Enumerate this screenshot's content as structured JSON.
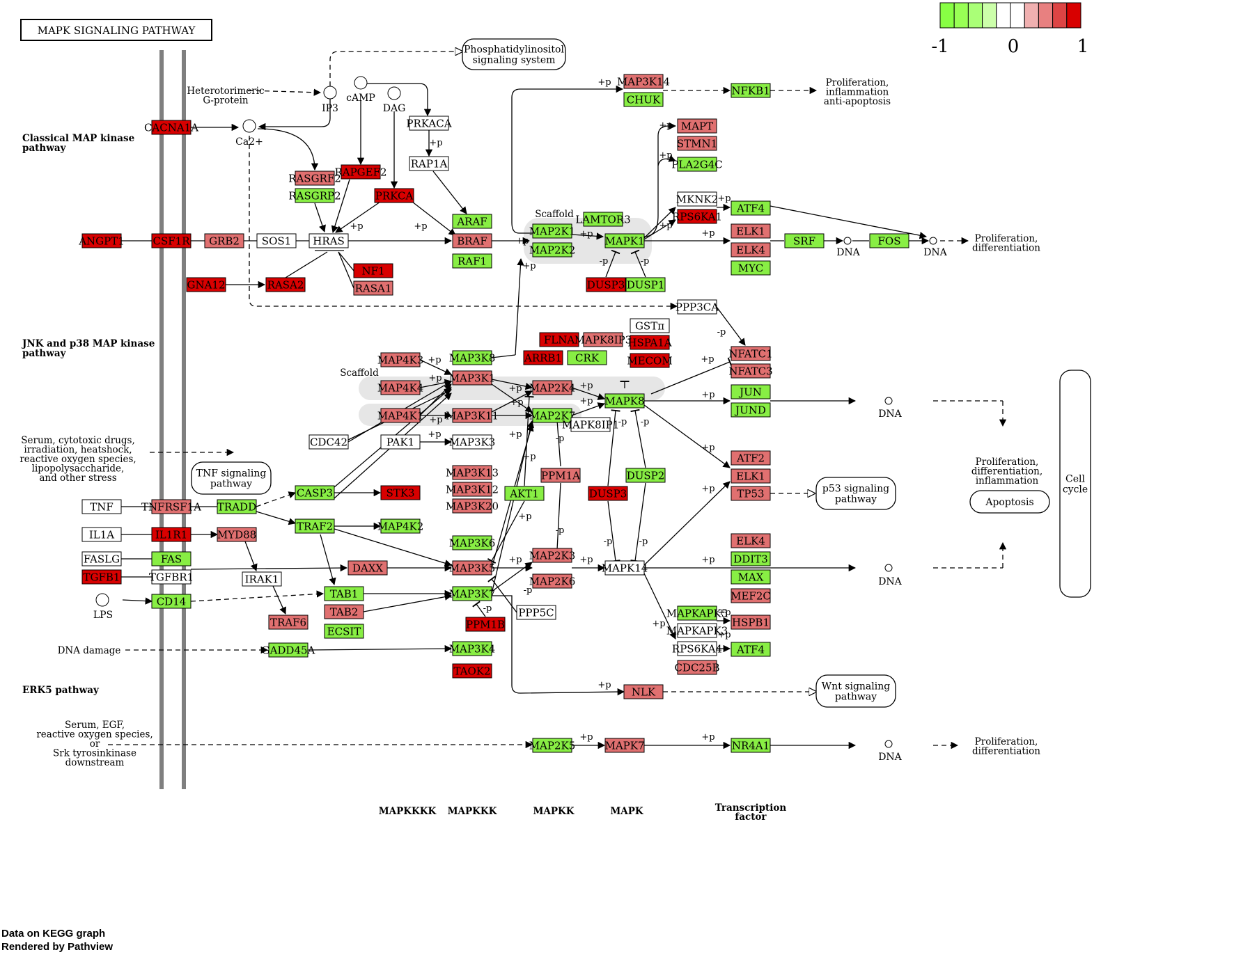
{
  "title": "MAPK SIGNALING PATHWAY",
  "colors": {
    "high": "#d80000",
    "mid_high": "#e07070",
    "low": "#88ee44",
    "none": "#ffffff",
    "scaffold": "#e6e6e6",
    "membrane": "#7f7f7f"
  },
  "legend": {
    "ticks": [
      "-1",
      "0",
      "1"
    ],
    "colors": [
      "#88ff44",
      "#99ff55",
      "#aaff77",
      "#ccffaa",
      "#ffffff",
      "#ffffff",
      "#f0b0b0",
      "#e88080",
      "#dd4444",
      "#d80000"
    ]
  },
  "section_labels": [
    {
      "id": "classical",
      "lines": [
        "Classical MAP kinase",
        "pathway"
      ]
    },
    {
      "id": "jnk",
      "lines": [
        "JNK and p38 MAP kinase",
        "pathway"
      ]
    },
    {
      "id": "erk5",
      "lines": [
        "ERK5 pathway"
      ]
    }
  ],
  "column_labels": [
    "MAPKKKK",
    "MAPKKK",
    "MAPKK",
    "MAPK",
    "Transcription factor"
  ],
  "genes": [
    {
      "id": "CACNA1A",
      "label": "CACNA1A",
      "color": "high"
    },
    {
      "id": "ANGPT1",
      "label": "ANGPT1",
      "color": "high"
    },
    {
      "id": "CSF1R",
      "label": "CSF1R",
      "color": "high"
    },
    {
      "id": "GRB2",
      "label": "GRB2",
      "color": "mid_high"
    },
    {
      "id": "SOS1",
      "label": "SOS1",
      "color": "none"
    },
    {
      "id": "HRAS",
      "label": "HRAS",
      "color": "none"
    },
    {
      "id": "GNA12",
      "label": "GNA12",
      "color": "high"
    },
    {
      "id": "RASA2",
      "label": "RASA2",
      "color": "high"
    },
    {
      "id": "NF1",
      "label": "NF1",
      "color": "high"
    },
    {
      "id": "RASA1",
      "label": "RASA1",
      "color": "mid_high"
    },
    {
      "id": "RASGRF2",
      "label": "RASGRF2",
      "color": "mid_high"
    },
    {
      "id": "RASGRP2",
      "label": "RASGRP2",
      "color": "low"
    },
    {
      "id": "RAPGEF2",
      "label": "RAPGEF2",
      "color": "high"
    },
    {
      "id": "PRKCA",
      "label": "PRKCA",
      "color": "high"
    },
    {
      "id": "PRKACA",
      "label": "PRKACA",
      "color": "none"
    },
    {
      "id": "RAP1A",
      "label": "RAP1A",
      "color": "none"
    },
    {
      "id": "ARAF",
      "label": "ARAF",
      "color": "low"
    },
    {
      "id": "BRAF",
      "label": "BRAF",
      "color": "mid_high"
    },
    {
      "id": "RAF1",
      "label": "RAF1",
      "color": "low"
    },
    {
      "id": "MAP2K1",
      "label": "MAP2K1",
      "color": "low"
    },
    {
      "id": "MAP2K2",
      "label": "MAP2K2",
      "color": "low"
    },
    {
      "id": "LAMTOR3",
      "label": "LAMTOR3",
      "color": "low"
    },
    {
      "id": "MAPK1",
      "label": "MAPK1",
      "color": "low"
    },
    {
      "id": "DUSP3a",
      "label": "DUSP3",
      "color": "high"
    },
    {
      "id": "DUSP1",
      "label": "DUSP1",
      "color": "low"
    },
    {
      "id": "MAP3K14",
      "label": "MAP3K14",
      "color": "mid_high"
    },
    {
      "id": "CHUK",
      "label": "CHUK",
      "color": "low"
    },
    {
      "id": "NFKB1",
      "label": "NFKB1",
      "color": "low"
    },
    {
      "id": "MAPT",
      "label": "MAPT",
      "color": "mid_high"
    },
    {
      "id": "STMN1",
      "label": "STMN1",
      "color": "mid_high"
    },
    {
      "id": "PLA2G4C",
      "label": "PLA2G4C",
      "color": "low"
    },
    {
      "id": "MKNK2",
      "label": "MKNK2",
      "color": "none"
    },
    {
      "id": "RPS6KA1",
      "label": "RPS6KA1",
      "color": "high"
    },
    {
      "id": "ATF4a",
      "label": "ATF4",
      "color": "low"
    },
    {
      "id": "ELK1a",
      "label": "ELK1",
      "color": "mid_high"
    },
    {
      "id": "ELK4a",
      "label": "ELK4",
      "color": "mid_high"
    },
    {
      "id": "MYC",
      "label": "MYC",
      "color": "low"
    },
    {
      "id": "SRF",
      "label": "SRF",
      "color": "low"
    },
    {
      "id": "FOS",
      "label": "FOS",
      "color": "low"
    },
    {
      "id": "PPP3CA",
      "label": "PPP3CA",
      "color": "none"
    },
    {
      "id": "GSTpi",
      "label": "GSTπ",
      "color": "none"
    },
    {
      "id": "FLNA",
      "label": "FLNA",
      "color": "high"
    },
    {
      "id": "MAPK8IP3",
      "label": "MAPK8IP3",
      "color": "mid_high"
    },
    {
      "id": "HSPA1A",
      "label": "HSPA1A",
      "color": "high"
    },
    {
      "id": "ARRB1",
      "label": "ARRB1",
      "color": "high"
    },
    {
      "id": "CRK",
      "label": "CRK",
      "color": "low"
    },
    {
      "id": "MECOM",
      "label": "MECOM",
      "color": "high"
    },
    {
      "id": "NFATC1",
      "label": "NFATC1",
      "color": "mid_high"
    },
    {
      "id": "NFATC3",
      "label": "NFATC3",
      "color": "mid_high"
    },
    {
      "id": "MAP4K3",
      "label": "MAP4K3",
      "color": "mid_high"
    },
    {
      "id": "MAP4K4",
      "label": "MAP4K4",
      "color": "mid_high"
    },
    {
      "id": "MAP4K1",
      "label": "MAP4K1",
      "color": "mid_high"
    },
    {
      "id": "MAP3K8",
      "label": "MAP3K8",
      "color": "low"
    },
    {
      "id": "MAP3K1",
      "label": "MAP3K1",
      "color": "mid_high"
    },
    {
      "id": "MAP3K11",
      "label": "MAP3K11",
      "color": "mid_high"
    },
    {
      "id": "MAP2K4",
      "label": "MAP2K4",
      "color": "mid_high"
    },
    {
      "id": "MAP2K7",
      "label": "MAP2K7",
      "color": "low"
    },
    {
      "id": "MAPK8",
      "label": "MAPK8",
      "color": "low"
    },
    {
      "id": "MAPK8IP1",
      "label": "MAPK8IP1",
      "color": "none"
    },
    {
      "id": "JUN",
      "label": "JUN",
      "color": "low"
    },
    {
      "id": "JUND",
      "label": "JUND",
      "color": "low"
    },
    {
      "id": "CDC42",
      "label": "CDC42",
      "color": "none"
    },
    {
      "id": "PAK1",
      "label": "PAK1",
      "color": "none"
    },
    {
      "id": "MAP3K3",
      "label": "MAP3K3",
      "color": "none"
    },
    {
      "id": "MAP3K13",
      "label": "MAP3K13",
      "color": "mid_high"
    },
    {
      "id": "MAP3K12",
      "label": "MAP3K12",
      "color": "mid_high"
    },
    {
      "id": "MAP3K20",
      "label": "MAP3K20",
      "color": "mid_high"
    },
    {
      "id": "PPM1A",
      "label": "PPM1A",
      "color": "mid_high"
    },
    {
      "id": "AKT1",
      "label": "AKT1",
      "color": "low"
    },
    {
      "id": "DUSP3b",
      "label": "DUSP3",
      "color": "high"
    },
    {
      "id": "DUSP2",
      "label": "DUSP2",
      "color": "low"
    },
    {
      "id": "ATF2",
      "label": "ATF2",
      "color": "mid_high"
    },
    {
      "id": "ELK1b",
      "label": "ELK1",
      "color": "mid_high"
    },
    {
      "id": "TP53",
      "label": "TP53",
      "color": "mid_high"
    },
    {
      "id": "TNF",
      "label": "TNF",
      "color": "none"
    },
    {
      "id": "TNFRSF1A",
      "label": "TNFRSF1A",
      "color": "mid_high"
    },
    {
      "id": "TRADD",
      "label": "TRADD",
      "color": "low"
    },
    {
      "id": "CASP3",
      "label": "CASP3",
      "color": "low"
    },
    {
      "id": "STK3",
      "label": "STK3",
      "color": "high"
    },
    {
      "id": "TRAF2",
      "label": "TRAF2",
      "color": "low"
    },
    {
      "id": "MAP4K2",
      "label": "MAP4K2",
      "color": "low"
    },
    {
      "id": "IL1A",
      "label": "IL1A",
      "color": "none"
    },
    {
      "id": "IL1R1",
      "label": "IL1R1",
      "color": "high"
    },
    {
      "id": "MYD88",
      "label": "MYD88",
      "color": "mid_high"
    },
    {
      "id": "FASLG",
      "label": "FASLG",
      "color": "none"
    },
    {
      "id": "FAS",
      "label": "FAS",
      "color": "low"
    },
    {
      "id": "TGFB1",
      "label": "TGFB1",
      "color": "high"
    },
    {
      "id": "TGFBR1",
      "label": "TGFBR1",
      "color": "none"
    },
    {
      "id": "IRAK1",
      "label": "IRAK1",
      "color": "none"
    },
    {
      "id": "DAXX",
      "label": "DAXX",
      "color": "mid_high"
    },
    {
      "id": "MAP3K6",
      "label": "MAP3K6",
      "color": "low"
    },
    {
      "id": "MAP3K5",
      "label": "MAP3K5",
      "color": "mid_high"
    },
    {
      "id": "MAP2K3",
      "label": "MAP2K3",
      "color": "mid_high"
    },
    {
      "id": "MAP2K6",
      "label": "MAP2K6",
      "color": "mid_high"
    },
    {
      "id": "MAPK14",
      "label": "MAPK14",
      "color": "none"
    },
    {
      "id": "ELK4b",
      "label": "ELK4",
      "color": "mid_high"
    },
    {
      "id": "DDIT3",
      "label": "DDIT3",
      "color": "low"
    },
    {
      "id": "MAX",
      "label": "MAX",
      "color": "low"
    },
    {
      "id": "MEF2C",
      "label": "MEF2C",
      "color": "mid_high"
    },
    {
      "id": "CD14",
      "label": "CD14",
      "color": "low"
    },
    {
      "id": "TAB1",
      "label": "TAB1",
      "color": "low"
    },
    {
      "id": "TAB2",
      "label": "TAB2",
      "color": "mid_high"
    },
    {
      "id": "TRAF6",
      "label": "TRAF6",
      "color": "mid_high"
    },
    {
      "id": "ECSIT",
      "label": "ECSIT",
      "color": "low"
    },
    {
      "id": "MAP3K7",
      "label": "MAP3K7",
      "color": "low"
    },
    {
      "id": "PPP5C",
      "label": "PPP5C",
      "color": "none"
    },
    {
      "id": "PPM1B",
      "label": "PPM1B",
      "color": "high"
    },
    {
      "id": "MAPKAPK5",
      "label": "MAPKAPK5",
      "color": "low"
    },
    {
      "id": "MAPKAPK3",
      "label": "MAPKAPK3",
      "color": "none"
    },
    {
      "id": "RPS6KA4",
      "label": "RPS6KA4",
      "color": "none"
    },
    {
      "id": "CDC25B",
      "label": "CDC25B",
      "color": "mid_high"
    },
    {
      "id": "HSPB1",
      "label": "HSPB1",
      "color": "mid_high"
    },
    {
      "id": "ATF4b",
      "label": "ATF4",
      "color": "low"
    },
    {
      "id": "GADD45A",
      "label": "GADD45A",
      "color": "low"
    },
    {
      "id": "MAP3K4",
      "label": "MAP3K4",
      "color": "low"
    },
    {
      "id": "TAOK2",
      "label": "TAOK2",
      "color": "high"
    },
    {
      "id": "NLK",
      "label": "NLK",
      "color": "mid_high"
    },
    {
      "id": "MAP2K5",
      "label": "MAP2K5",
      "color": "low"
    },
    {
      "id": "MAPK7",
      "label": "MAPK7",
      "color": "mid_high"
    },
    {
      "id": "NR4A1",
      "label": "NR4A1",
      "color": "low"
    }
  ],
  "rounded_boxes": [
    {
      "id": "pi_sys",
      "lines": [
        "Phosphatidylinositol",
        "signaling system"
      ]
    },
    {
      "id": "tnf_path",
      "lines": [
        "TNF signaling",
        "pathway"
      ]
    },
    {
      "id": "p53_path",
      "lines": [
        "p53 signaling",
        "pathway"
      ]
    },
    {
      "id": "wnt_path",
      "lines": [
        "Wnt signaling",
        "pathway"
      ]
    },
    {
      "id": "apoptosis",
      "lines": [
        "Apoptosis"
      ]
    },
    {
      "id": "cell_cycle",
      "lines": [
        "Cell",
        "cycle"
      ]
    }
  ],
  "compounds": [
    {
      "id": "ip3",
      "label": "IP3"
    },
    {
      "id": "camp",
      "label": "cAMP"
    },
    {
      "id": "dag",
      "label": "DAG"
    },
    {
      "id": "ca",
      "label": "Ca2+"
    },
    {
      "id": "lps",
      "label": "LPS"
    }
  ],
  "text_labels": [
    {
      "id": "hetero",
      "lines": [
        "Heterotorimeric",
        "G-protein"
      ]
    },
    {
      "id": "prolif1",
      "lines": [
        "Proliferation,",
        "inflammation",
        "anti-apoptosis"
      ]
    },
    {
      "id": "prolif2",
      "lines": [
        "Proliferation,",
        "differentiation"
      ]
    },
    {
      "id": "serum1",
      "lines": [
        "Serum, cytotoxic drugs,",
        "irradiation, heatshock,",
        "reactive oxygen species,",
        "lipopolysaccharide,",
        "and other stress"
      ]
    },
    {
      "id": "prolif3",
      "lines": [
        "Proliferation,",
        "differentiation,",
        "inflammation"
      ]
    },
    {
      "id": "dnadamage",
      "lines": [
        "DNA damage"
      ]
    },
    {
      "id": "serum2",
      "lines": [
        "Serum, EGF,",
        "reactive oxygen species,",
        "or",
        "Srk tyrosinkinase",
        "downstream"
      ]
    },
    {
      "id": "prolif4",
      "lines": [
        "Proliferation,",
        "differentiation"
      ]
    },
    {
      "id": "scaffold1",
      "lines": [
        "Scaffold"
      ]
    },
    {
      "id": "scaffold2",
      "lines": [
        "Scaffold"
      ]
    }
  ],
  "dna_label": "DNA",
  "footer": [
    "Data on KEGG graph",
    "Rendered by Pathview"
  ]
}
